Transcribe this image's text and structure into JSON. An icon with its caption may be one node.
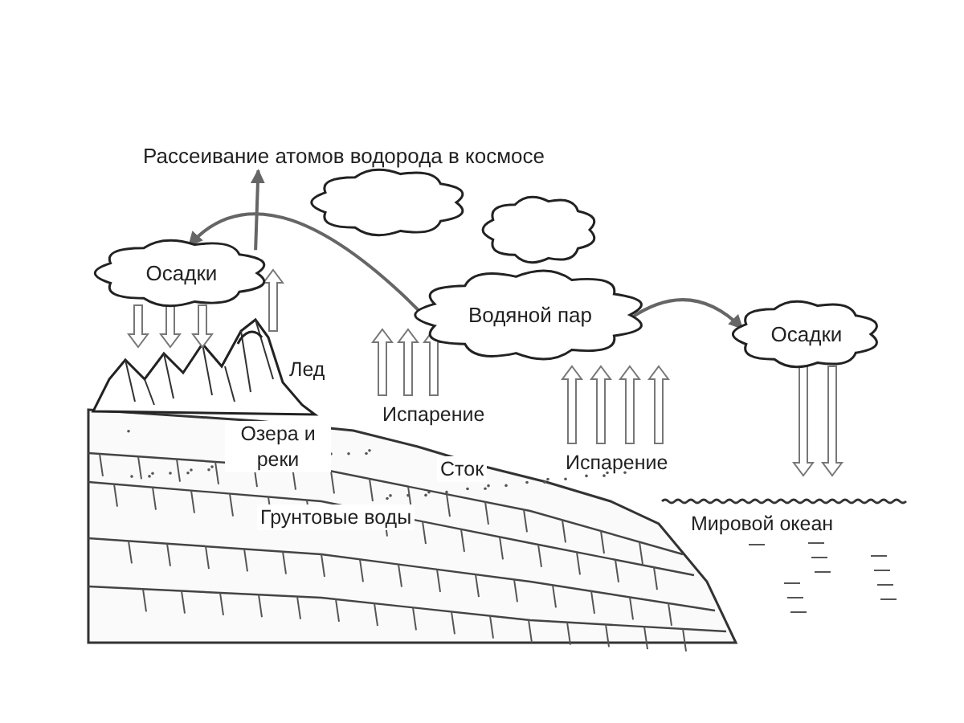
{
  "diagram": {
    "nodes": [
      {
        "text": [
          "Рассеивание атомов водорода в космосе"
        ]
      },
      {
        "text": [],
        "shape": "cloud"
      },
      {
        "text": [],
        "shape": "cloud"
      },
      {
        "text": [
          "Осадки"
        ]
      },
      {
        "text": [
          "Водяной пар"
        ]
      },
      {
        "text": [
          "Осадки"
        ]
      }
    ],
    "edges": [
      {
        "from": 3,
        "to": 0,
        "arrow": "to"
      },
      {
        "from": 4,
        "to": 3,
        "arrow": "to"
      },
      {
        "from": 4,
        "to": 5,
        "arrow": "to"
      }
    ],
    "labels": [
      "Лед",
      "Испарение",
      "Озера и реки",
      "Испарение",
      "Сток",
      "Грунтовые воды",
      "Мировой океан"
    ]
  }
}
